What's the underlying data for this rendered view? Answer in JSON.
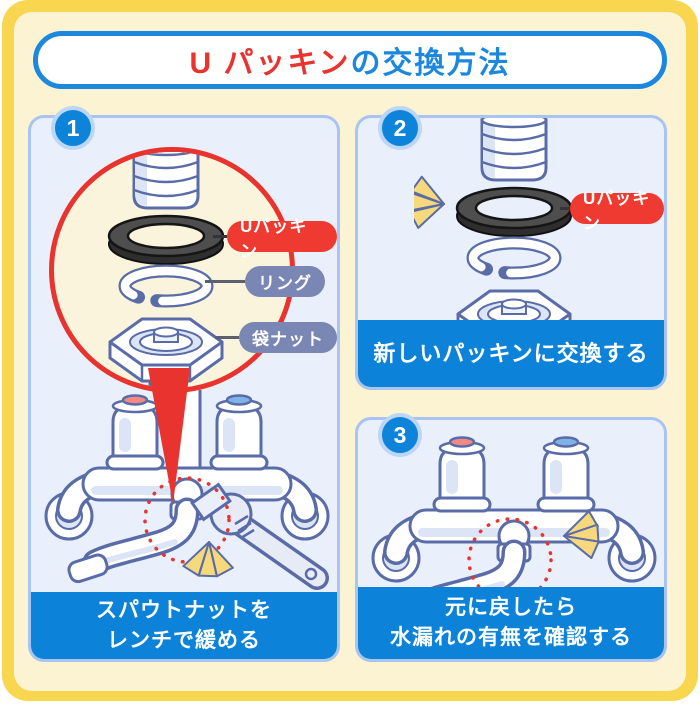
{
  "title": {
    "highlight": "U パッキン",
    "rest": "の交換方法"
  },
  "part_labels": {
    "u_packing": "Uパッキン",
    "ring": "リング",
    "bag_nut": "袋ナット"
  },
  "steps": [
    {
      "number": "1",
      "caption": [
        "スパウトナットを",
        "レンチで緩める"
      ]
    },
    {
      "number": "2",
      "caption": [
        "新しいパッキンに交換する"
      ]
    },
    {
      "number": "3",
      "caption": [
        "元に戻したら",
        "水漏れの有無を確認する"
      ]
    }
  ],
  "colors": {
    "frame_yellow": "#F9D64F",
    "inner_cream": "#FCF3D2",
    "title_blue": "#1B87DE",
    "accent_red": "#E8332F",
    "panel_bg": "#E9F0FC",
    "panel_border": "#A9C4F0",
    "badge_blue": "#0D84D9",
    "badge_ring": "#BCD6F7",
    "caption_blue": "#0C82D8",
    "pill_red": "#EE3A30",
    "pill_gray": "#7A86B4",
    "illustration_outline": "#5A6CA8",
    "illustration_shade": "#DCE5F5",
    "packing_dark": "#4E4E4E",
    "magnifier_fill": "#FBF4DC",
    "emphasis_yellow": "#F6D87D",
    "handle_hot": "#F08A82",
    "handle_cold": "#7FB3E8"
  }
}
